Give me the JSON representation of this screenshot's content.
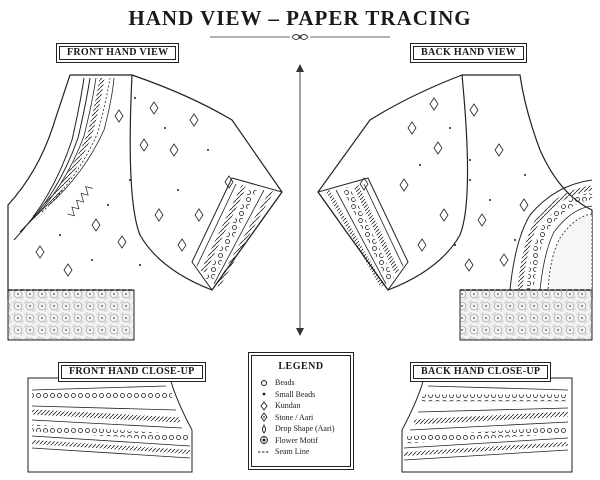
{
  "title": "HAND VIEW – PAPER TRACING",
  "panels": {
    "front": "FRONT HAND VIEW",
    "back": "BACK HAND VIEW",
    "front_closeup": "FRONT HAND CLOSE-UP",
    "back_closeup": "BACK HAND CLOSE-UP"
  },
  "legend": {
    "title": "LEGEND",
    "items": [
      {
        "icon": "bead-circle-icon",
        "label": "Beads"
      },
      {
        "icon": "small-bead-dot-icon",
        "label": "Small Beads"
      },
      {
        "icon": "kundan-diamond-icon",
        "label": "Kundan"
      },
      {
        "icon": "stone-aari-icon",
        "label": "Stone / Aari"
      },
      {
        "icon": "drop-shape-icon",
        "label": "Drop Shape (Aari)"
      },
      {
        "icon": "flower-motif-icon",
        "label": "Flower Motif"
      },
      {
        "icon": "seam-line-icon",
        "label": "Seam Line"
      }
    ]
  },
  "colors": {
    "ink": "#1a1a1a",
    "paper": "#ffffff",
    "lace": "#e6e6e6"
  }
}
